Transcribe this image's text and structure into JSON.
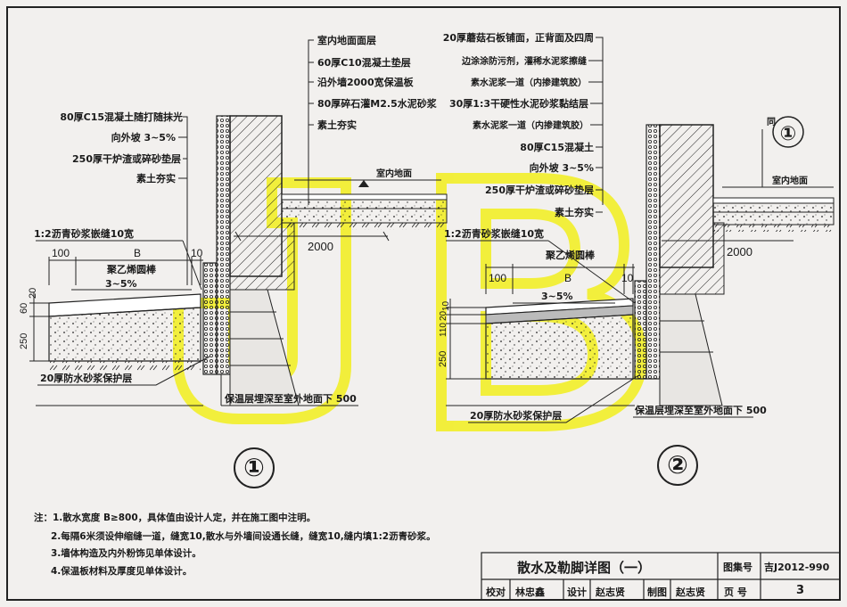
{
  "detail1": {
    "left_labels": [
      "80厚C15混凝土随打随抹光",
      "向外坡 3~5%",
      "250厚干炉渣或碎砂垫层",
      "素土夯实"
    ],
    "top_labels": [
      "室内地面面层",
      "60厚C10混凝土垫层",
      "沿外墙2000宽保温板",
      "80厚碎石灌M2.5水泥砂浆",
      "素土夯实"
    ],
    "indoor_label": "室内地面",
    "gap_label": "1:2沥青砂浆嵌缝10宽",
    "dim_100": "100",
    "dim_B": "B",
    "dim_10": "10",
    "pe_strip": "聚乙烯圆棒",
    "slope": "3~5%",
    "dim_2000": "2000",
    "left_dims": [
      "20",
      "60",
      "250"
    ],
    "protect": "20厚防水砂浆保护层",
    "insul": "保温层埋深至室外地面下 500",
    "circle": "①"
  },
  "detail2": {
    "left_labels": [
      "20厚蘑菇石板铺面，正背面及四周",
      "边涂涂防污剂，灌稀水泥浆擦缝",
      "素水泥浆一道（内掺建筑胶）",
      "30厚1:3干硬性水泥砂浆黏结层",
      "素水泥浆一道（内掺建筑胶）",
      "80厚C15混凝土",
      "向外坡 3~5%",
      "250厚干炉渣或碎砂垫层",
      "素土夯实"
    ],
    "indoor_label": "室内地面",
    "same_label": "同",
    "ref_circle": "①",
    "gap_label": "1:2沥青砂浆嵌缝10宽",
    "pe_strip": "聚乙烯圆棒",
    "dim_100": "100",
    "dim_B": "B",
    "dim_10": "10",
    "slope": "3~5%",
    "dim_2000": "2000",
    "left_dims": [
      "10",
      "20",
      "110",
      "250"
    ],
    "protect": "20厚防水砂浆保护层",
    "insul": "保温层埋深至室外地面下 500",
    "circle": "②"
  },
  "notes": [
    "注：1.散水宽度 B≥800，具体值由设计人定，并在施工图中注明。",
    "2.每隔6米须设伸缩缝一道，缝宽10,散水与外墙间设通长缝，缝宽10,缝内填1:2沥青砂浆。",
    "3.墙体构造及内外粉饰见单体设计。",
    "4.保温板材料及厚度见单体设计。"
  ],
  "title_block": {
    "title": "散水及勒脚详图（一）",
    "atlas_label": "图集号",
    "atlas_no": "吉J2012-990",
    "check_label": "校对",
    "check_name": "林忠鑫",
    "design_label": "设计",
    "design_name": "赵志贤",
    "draw_label": "制图",
    "draw_name": "赵志贤",
    "page_label": "页  号",
    "page_no": "3"
  },
  "watermark": "JB",
  "colors": {
    "paper": "#f2f0ee",
    "ink": "#1a1a1a",
    "watermark": "#f2ee1c"
  }
}
